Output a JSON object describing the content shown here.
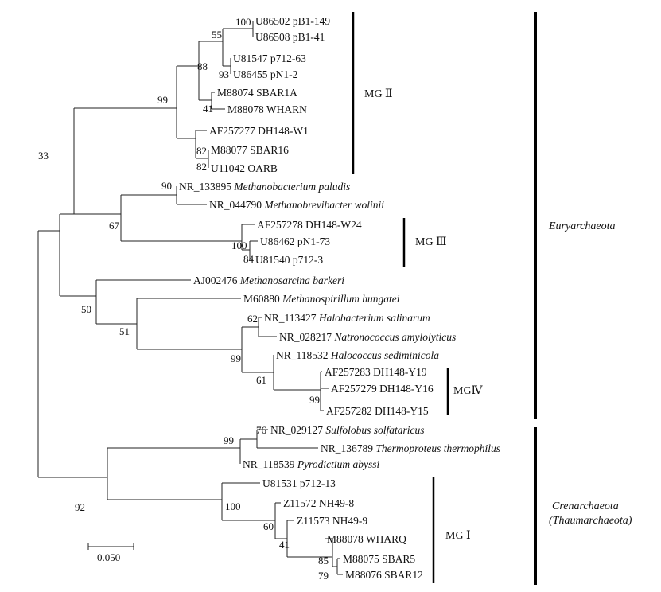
{
  "tree": {
    "leaves": [
      {
        "acc": "U86502",
        "name": "pB1-149",
        "italic": false
      },
      {
        "acc": "U86508",
        "name": "pB1-41",
        "italic": false
      },
      {
        "acc": "U81547",
        "name": "p712-63",
        "italic": false
      },
      {
        "acc": "U86455",
        "name": "pN1-2",
        "italic": false
      },
      {
        "acc": "M88074",
        "name": "SBAR1A",
        "italic": false
      },
      {
        "acc": "M88078",
        "name": "WHARN",
        "italic": false
      },
      {
        "acc": "AF257277",
        "name": "DH148-W1",
        "italic": false
      },
      {
        "acc": "M88077",
        "name": "SBAR16",
        "italic": false
      },
      {
        "acc": "U11042",
        "name": "OARB",
        "italic": false
      },
      {
        "acc": "NR_133895",
        "name": "Methanobacterium paludis",
        "italic": true
      },
      {
        "acc": "NR_044790",
        "name": "Methanobrevibacter wolinii",
        "italic": true
      },
      {
        "acc": "AF257278",
        "name": "DH148-W24",
        "italic": false
      },
      {
        "acc": "U86462",
        "name": "pN1-73",
        "italic": false
      },
      {
        "acc": "U81540",
        "name": "p712-3",
        "italic": false
      },
      {
        "acc": "AJ002476",
        "name": "Methanosarcina barkeri",
        "italic": true
      },
      {
        "acc": "M60880",
        "name": "Methanospirillum hungatei",
        "italic": true
      },
      {
        "acc": "NR_113427",
        "name": "Halobacterium salinarum",
        "italic": true
      },
      {
        "acc": "NR_028217",
        "name": "Natronococcus amylolyticus",
        "italic": true
      },
      {
        "acc": "NR_118532",
        "name": "Halococcus sediminicola",
        "italic": true
      },
      {
        "acc": "AF257283",
        "name": "DH148-Y19",
        "italic": false
      },
      {
        "acc": "AF257279",
        "name": "DH148-Y16",
        "italic": false
      },
      {
        "acc": "AF257282",
        "name": "DH148-Y15",
        "italic": false
      },
      {
        "acc": "NR_029127",
        "name": "Sulfolobus solfataricus",
        "italic": true
      },
      {
        "acc": "NR_136789",
        "name": "Thermoproteus thermophilus",
        "italic": true
      },
      {
        "acc": "NR_118539",
        "name": "Pyrodictium abyssi",
        "italic": true
      },
      {
        "acc": "U81531",
        "name": "p712-13",
        "italic": false
      },
      {
        "acc": "Z11572",
        "name": "NH49-8",
        "italic": false
      },
      {
        "acc": "Z11573",
        "name": "NH49-9",
        "italic": false
      },
      {
        "acc": "M88078",
        "name": "WHARQ",
        "italic": false
      },
      {
        "acc": "M88075",
        "name": "SBAR5",
        "italic": false
      },
      {
        "acc": "M88076",
        "name": "SBAR12",
        "italic": false
      }
    ],
    "bootstrap": [
      "100",
      "55",
      "93",
      "88",
      "41",
      "82",
      "82",
      "99",
      "33",
      "90",
      "67",
      "100",
      "84",
      "50",
      "62",
      "51",
      "99",
      "61",
      "99",
      "76",
      "99",
      "92",
      "100",
      "60",
      "41",
      "85",
      "79"
    ]
  },
  "groups": [
    {
      "label": "MG Ⅱ"
    },
    {
      "label": "MG Ⅲ"
    },
    {
      "label": "MGⅣ"
    },
    {
      "label": "MG Ⅰ"
    }
  ],
  "clades": {
    "eury": "Euryarchaeota",
    "cren1": "Crenarchaeota",
    "cren2": "(Thaumarchaeota)"
  },
  "scale_bar": {
    "label": "0.050"
  }
}
